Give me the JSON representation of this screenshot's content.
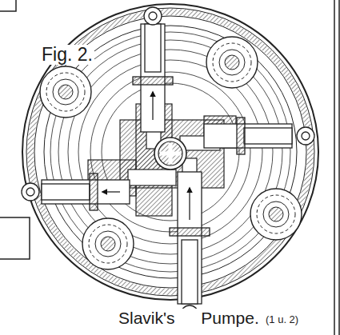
{
  "diagram": {
    "caption": "Slavik's Pumpe.",
    "labels": [
      "Fig. 2.",
      "(1 u. 2)"
    ]
  }
}
